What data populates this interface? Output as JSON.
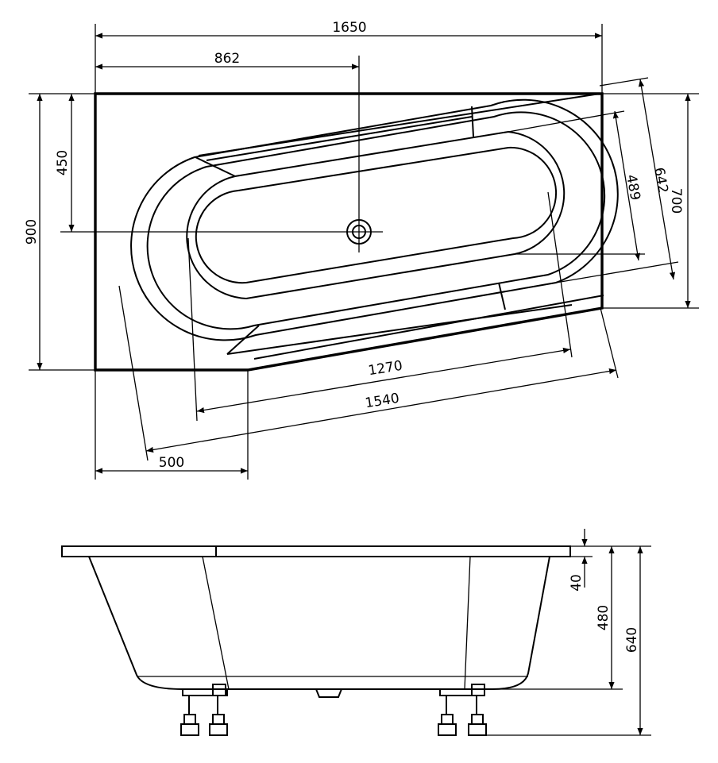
{
  "plan_view": {
    "width_total": "1650",
    "drain_offset": "862",
    "drain_depth": "450",
    "depth_total": "900",
    "inner_width": "489",
    "outer_width": "642",
    "right_depth": "700",
    "inner_length": "1270",
    "outer_length": "1540",
    "left_offset": "500"
  },
  "side_view": {
    "rim_thickness": "40",
    "basin_depth": "480",
    "total_height": "640"
  }
}
